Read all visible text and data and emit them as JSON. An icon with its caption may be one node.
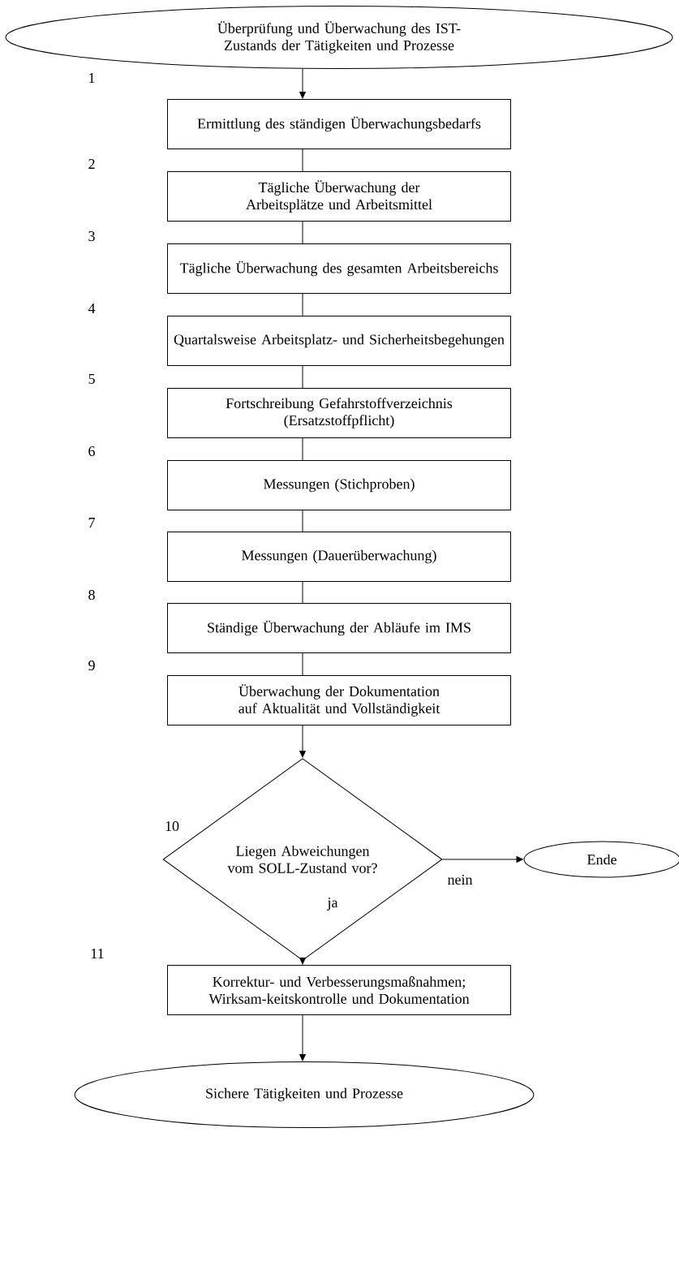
{
  "diagram": {
    "nodes": [
      {
        "text": [
          "Überprüfung und Überwachung des IST-Zustands der Tätigkeiten und Prozesse"
        ]
      },
      {
        "text": [
          "Ermittlung des ständigen Überwachungsbedarfs"
        ]
      },
      {
        "text": [
          "Tägliche Überwachung der Arbeitsplätze und Arbeitsmittel"
        ]
      },
      {
        "text": [
          "Tägliche Überwachung des gesamten Arbeitsbereichs"
        ]
      },
      {
        "text": [
          "Quartalsweise Arbeitsplatz- und Sicherheitsbegehungen"
        ]
      },
      {
        "text": [
          "Fortschreibung Gefahrstoffverzeichnis (Ersatzstoffpflicht)"
        ]
      },
      {
        "text": [
          "Messungen (Stichproben)"
        ]
      },
      {
        "text": [
          "Messungen (Dauerüberwachung)"
        ]
      },
      {
        "text": [
          "Ständige Überwachung der Abläufe im IMS"
        ]
      },
      {
        "text": [
          "Überwachung der Dokumentation auf Aktualität und Vollständigkeit"
        ]
      },
      {
        "text": [
          "Liegen Abweichungen vom SOLL-Zustand vor?"
        ]
      },
      {
        "text": [
          "Ende"
        ]
      },
      {
        "text": [
          "Korrektur- und Verbesserungsmaßnahmen; Wirksam-keitskontrolle und Dokumentation"
        ]
      },
      {
        "text": [
          "Sichere Tätigkeiten und Prozesse"
        ]
      }
    ],
    "edges": [
      {
        "from": 0,
        "to": 1,
        "arrow": "to"
      },
      {
        "from": 1,
        "to": 2,
        "arrow": "none"
      },
      {
        "from": 2,
        "to": 3,
        "arrow": "none"
      },
      {
        "from": 3,
        "to": 4,
        "arrow": "none"
      },
      {
        "from": 4,
        "to": 5,
        "arrow": "none"
      },
      {
        "from": 5,
        "to": 6,
        "arrow": "none"
      },
      {
        "from": 6,
        "to": 7,
        "arrow": "none"
      },
      {
        "from": 7,
        "to": 8,
        "arrow": "none"
      },
      {
        "from": 8,
        "to": 9,
        "arrow": "none"
      },
      {
        "from": 9,
        "to": 10,
        "arrow": "to"
      },
      {
        "from": 10,
        "to": 11,
        "arrow": "to",
        "label": "nein"
      },
      {
        "from": 10,
        "to": 12,
        "arrow": "to",
        "label": "ja"
      },
      {
        "from": 12,
        "to": 13,
        "arrow": "to"
      }
    ],
    "labels": [
      "1",
      "2",
      "3",
      "4",
      "5",
      "6",
      "7",
      "8",
      "9",
      "10",
      "11"
    ]
  }
}
